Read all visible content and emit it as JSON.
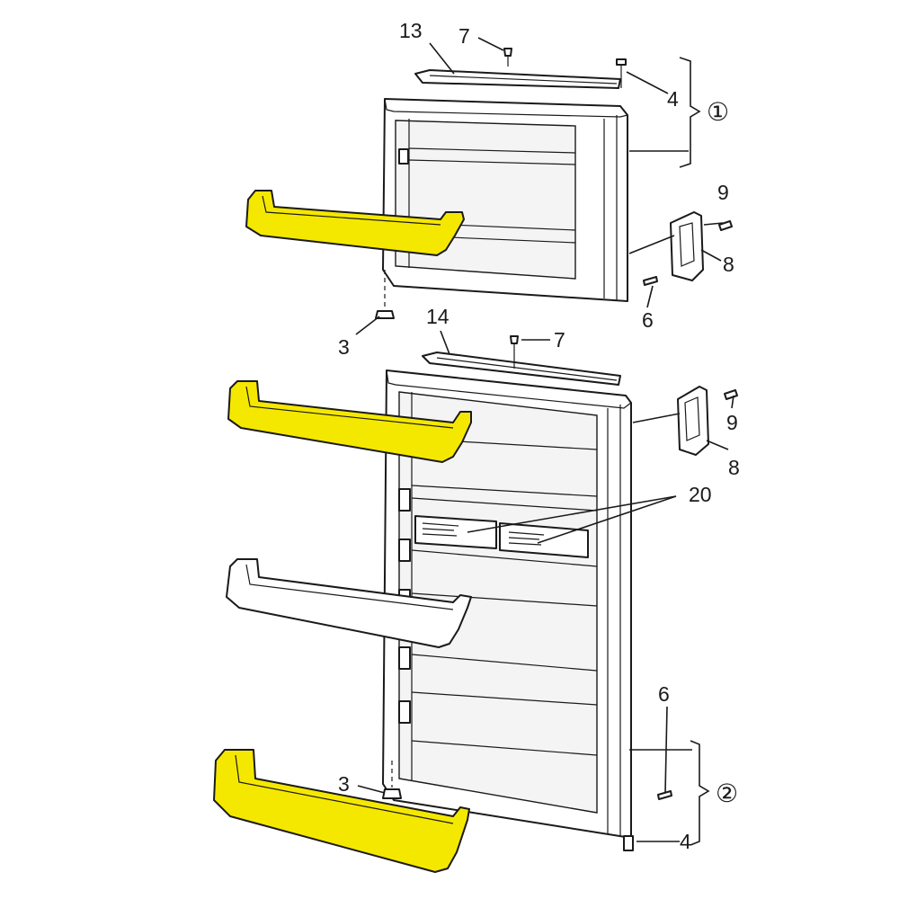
{
  "highlight_color": "#f5e800",
  "upper_door": {
    "callouts": {
      "gasket": "13",
      "screw_top": "7",
      "hinge_pin_top": "4",
      "assembly": "①",
      "handle_screw": "9",
      "handle": "8",
      "pin": "6",
      "bushing": "3"
    }
  },
  "lower_door": {
    "callouts": {
      "gasket": "14",
      "screw_top": "7",
      "handle_screw": "9",
      "handle": "8",
      "labels": "20",
      "pin": "6",
      "assembly": "②",
      "hinge_pin_bottom": "4",
      "bushing": "3"
    }
  },
  "bins": [
    {
      "name": "upper-door-bin",
      "highlighted": true
    },
    {
      "name": "lower-door-bin-top",
      "highlighted": true
    },
    {
      "name": "lower-door-bin-middle",
      "highlighted": false
    },
    {
      "name": "lower-door-bin-bottom",
      "highlighted": true
    }
  ]
}
